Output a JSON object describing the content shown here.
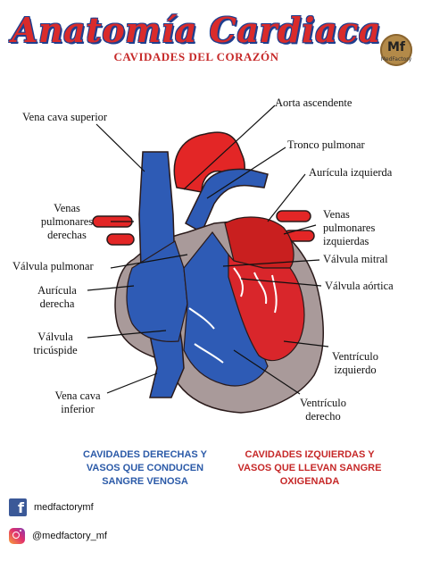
{
  "header": {
    "title": "Anatomía Cardiaca",
    "subtitle": "CAVIDADES DEL CORAZÓN",
    "logo_mark": "Mf",
    "logo_text": "MedFactory"
  },
  "labels": {
    "vena_cava_superior": "Vena cava superior",
    "aorta_ascendente": "Aorta ascendente",
    "tronco_pulmonar": "Tronco pulmonar",
    "auricula_izquierda": "Aurícula izquierda",
    "venas_pulmonares_derechas": [
      "Venas",
      "pulmonares",
      "derechas"
    ],
    "venas_pulmonares_izquierdas": [
      "Venas",
      "pulmonares",
      "izquierdas"
    ],
    "valvula_mitral": "Válvula mitral",
    "valvula_pulmonar": "Válvula pulmonar",
    "valvula_aortica": "Válvula aórtica",
    "auricula_derecha": [
      "Aurícula",
      "derecha"
    ],
    "valvula_tricuspide": [
      "Válvula",
      "tricúspide"
    ],
    "ventriculo_izquierdo": [
      "Ventrículo",
      "izquierdo"
    ],
    "vena_cava_inferior": [
      "Vena cava",
      "inferior"
    ],
    "ventriculo_derecho": [
      "Ventrículo",
      "derecho"
    ]
  },
  "captions": {
    "right_side": [
      "CAVIDADES DERECHAS Y",
      "VASOS QUE CONDUCEN",
      "SANGRE VENOSA"
    ],
    "left_side": [
      "CAVIDADES IZQUIERDAS Y",
      "VASOS QUE LLEVAN SANGRE",
      "OXIGENADA"
    ]
  },
  "social": {
    "facebook": "medfactorymf",
    "instagram": "@medfactory_mf"
  },
  "colors": {
    "title_red": "#d92b2b",
    "title_outline": "#1f3f8f",
    "venous_blue": "#2e5bb5",
    "arterial_red": "#e32626",
    "wall_gray": "#a99a9a",
    "caption_blue": "#2b5aa8",
    "caption_red": "#c62828"
  }
}
